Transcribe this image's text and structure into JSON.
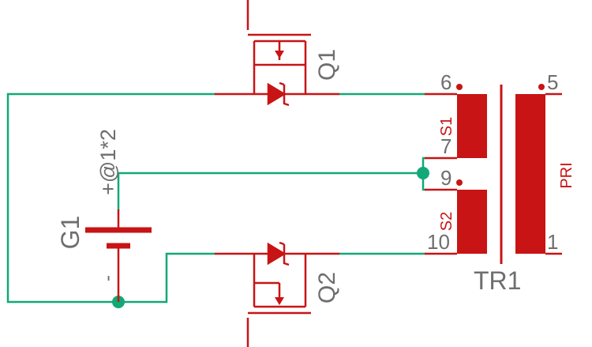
{
  "colors": {
    "background": "#ffffff",
    "wire": "#12a878",
    "component": "#c81414",
    "label_gray": "#6e6e6e",
    "junction": "#12a878"
  },
  "components": {
    "q1": {
      "name": "Q1",
      "type": "mosfet"
    },
    "q2": {
      "name": "Q2",
      "type": "mosfet"
    },
    "g1": {
      "name": "G1",
      "value": "+@1*2",
      "minus": "-",
      "type": "battery"
    },
    "tr1": {
      "name": "TR1",
      "type": "transformer",
      "winding_s1": "S1",
      "winding_s2": "S2",
      "winding_pri": "PRI",
      "pins": {
        "p6": "6",
        "p7": "7",
        "p9": "9",
        "p10": "10",
        "p5": "5",
        "p1": "1"
      }
    }
  }
}
